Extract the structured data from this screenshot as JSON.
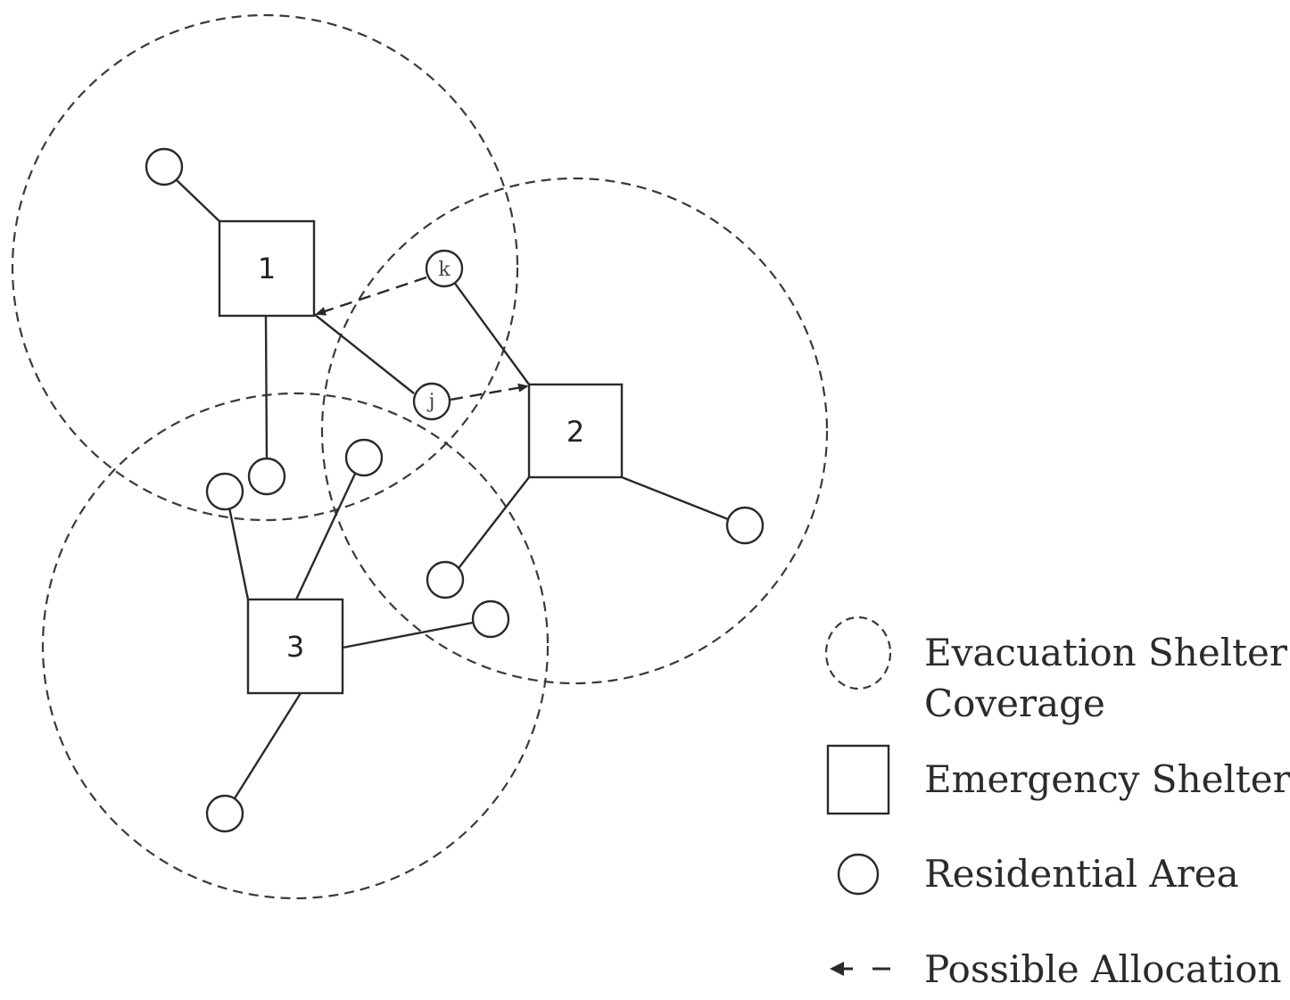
{
  "shelters": [
    {
      "id": "1",
      "label": "1"
    },
    {
      "id": "2",
      "label": "2"
    },
    {
      "id": "3",
      "label": "3"
    }
  ],
  "nodes": {
    "k": "k",
    "j": "j"
  },
  "legend": {
    "coverage_line1": "Evacuation Shelter",
    "coverage_line2": "Coverage",
    "emergency_shelter": "Emergency Shelter",
    "residential_area": "Residential Area",
    "possible_allocation": "Possible Allocation"
  }
}
